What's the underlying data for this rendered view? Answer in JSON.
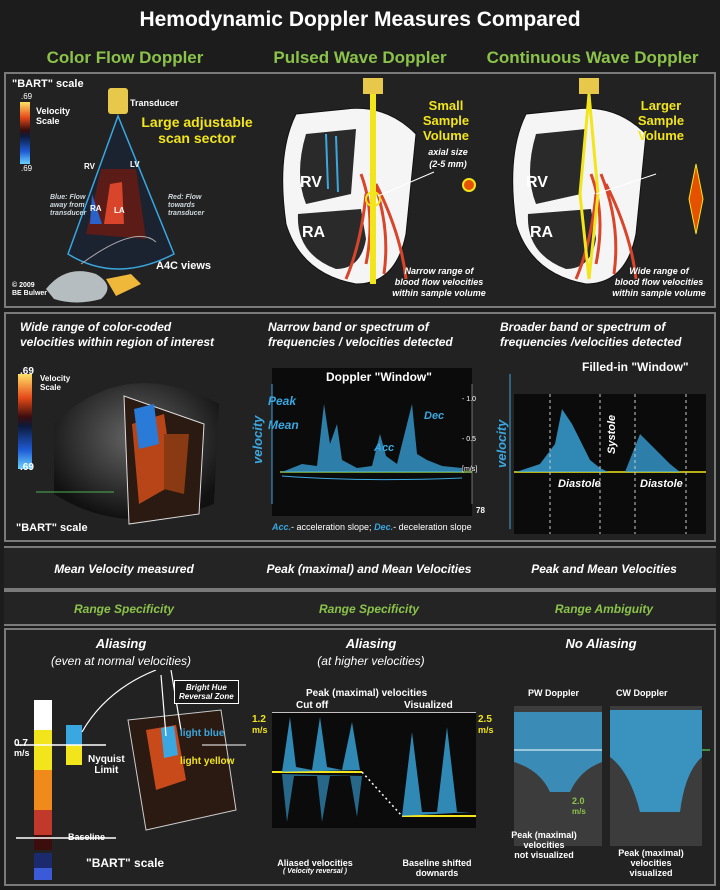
{
  "title": "Hemodynamic Doppler Measures Compared",
  "columns": [
    "Color Flow Doppler",
    "Pulsed Wave  Doppler",
    "Continuous Wave Doppler"
  ],
  "top": {
    "cf": {
      "bart_scale": "\"BART\" scale",
      "velocity_scale": "Velocity Scale",
      "transducer": "Transducer",
      "sector_line1": "Large adjustable",
      "sector_line2": "scan  sector",
      "blue_flow": [
        "Blue: Flow",
        "away from",
        "transducer"
      ],
      "red_flow": [
        "Red: Flow",
        "towards",
        "transducer"
      ],
      "rv": "RV",
      "ra": "RA",
      "lv": "LV",
      "la": "LA",
      "a4c": "A4C views",
      "credit": [
        "© 2009",
        "BE Bulwer"
      ],
      "scale_top": ".69",
      "scale_bot": ".69"
    },
    "pw": {
      "sample1": "Small",
      "sample2": "Sample",
      "sample3": "Volume",
      "axial1": "axial size",
      "axial2": "(2-5 mm)",
      "rv": "RV",
      "ra": "RA",
      "note": [
        "Narrow range of",
        "blood flow velocities",
        "within sample volume"
      ]
    },
    "cw": {
      "sample1": "Larger",
      "sample2": "Sample",
      "sample3": "Volume",
      "rv": "RV",
      "ra": "RA",
      "note": [
        "Wide range of",
        "blood flow velocities",
        "within sample volume"
      ]
    }
  },
  "middle": {
    "cf_heading": [
      "Wide range of  color-coded",
      "velocities within region of interest"
    ],
    "cf_scale": "Velocity Scale",
    "cf_top": ".69",
    "cf_bot": ".69",
    "cf_bart": "\"BART\" scale",
    "pw_heading": [
      "Narrow band or spectrum of",
      "frequencies / velocities detected"
    ],
    "pw_window": "Doppler \"Window\"",
    "pw_peak": "Peak",
    "pw_mean": "Mean",
    "pw_acc": "Acc",
    "pw_dec": "Dec",
    "pw_velocity": "velocity",
    "pw_ticks": [
      "- 1.0",
      "- 0.5",
      "[m/s]"
    ],
    "pw_num": "78",
    "pw_caption_acc": "Acc.",
    "pw_caption1": "- acceleration slope; ",
    "pw_caption_dec": "Dec.",
    "pw_caption2": "- deceleration slope",
    "cw_heading": [
      "Broader  band or spectrum  of",
      "frequencies /velocities detected"
    ],
    "cw_window": "Filled-in \"Window\"",
    "cw_velocity": "velocity",
    "cw_systole": "Systole",
    "cw_diastole1": "Diastole",
    "cw_diastole2": "Diastole"
  },
  "row_measure": [
    "Mean Velocity measured",
    "Peak (maximal) and Mean Velocities",
    "Peak and Mean Velocities"
  ],
  "row_range": [
    "Range Specificity",
    "Range Specificity",
    "Range Ambiguity"
  ],
  "bottom": {
    "cf_alias": "Aliasing",
    "cf_alias_sub": "(even at normal velocities)",
    "cf_bright": [
      "Bright Hue",
      "Reversal Zone"
    ],
    "cf_07": "0.7",
    "cf_ms": "m/s",
    "cf_nyq": [
      "Nyquist",
      "Limit"
    ],
    "cf_light_blue": "light blue",
    "cf_light_yellow": "light yellow",
    "cf_baseline": "Baseline",
    "cf_bart": "\"BART\" scale",
    "pw_alias": "Aliasing",
    "pw_alias_sub": "(at higher velocities)",
    "pw_peak1": "Peak (maximal) velocities",
    "pw_cutoff": "Cut off",
    "pw_visualized": "Visualized",
    "pw_12": "1.2",
    "pw_ms1": "m/s",
    "pw_25": "2.5",
    "pw_ms2": "m/s",
    "pw_aliased": "Aliased velocities",
    "pw_reversal": "( Velocity reversal )",
    "pw_shift": [
      "Baseline shifted",
      "downards"
    ],
    "cw_alias": "No Aliasing",
    "cw_pw": "PW Doppler",
    "cw_cw": "CW Doppler",
    "cw_20": "2.0",
    "cw_ms": "m/s",
    "cw_not": [
      "Peak (maximal)",
      "velocities",
      "not visualized"
    ],
    "cw_vis": [
      "Peak (maximal)",
      "velocities",
      "visualized"
    ]
  },
  "colors": {
    "green_heading": "#8bc34a",
    "yellow": "#f2e51b",
    "doppler_blue": "#3aa7e0"
  }
}
